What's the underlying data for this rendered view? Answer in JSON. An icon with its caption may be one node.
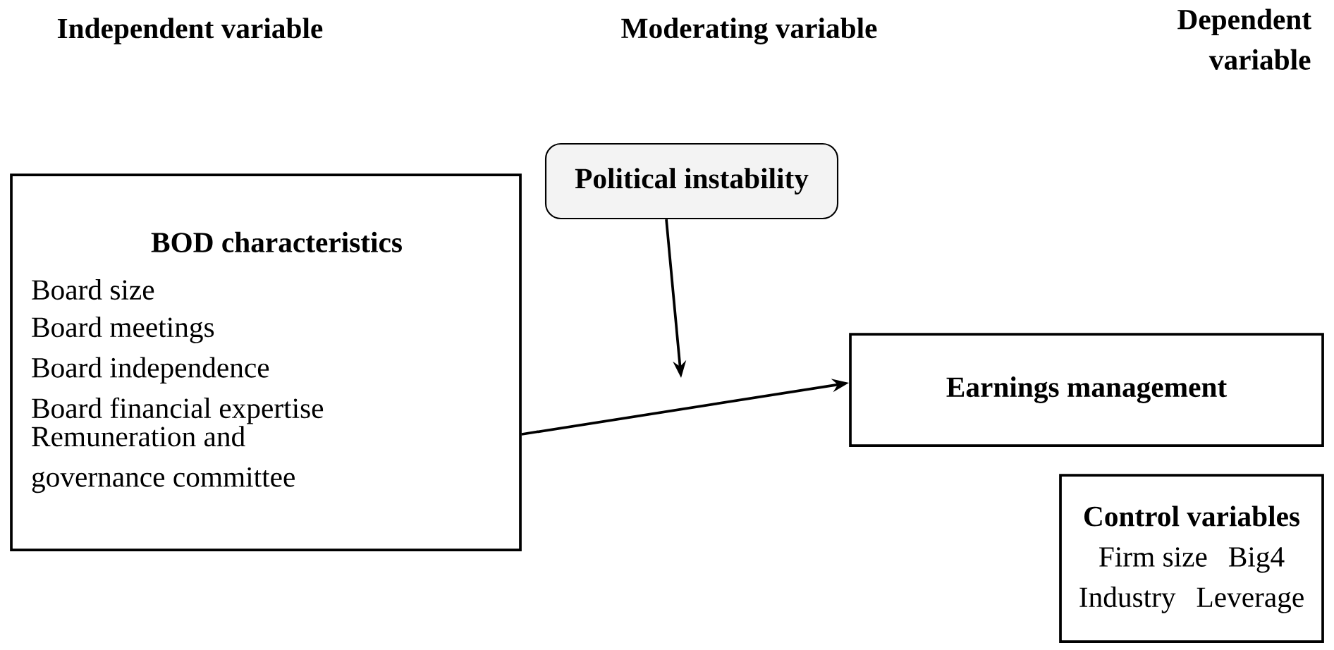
{
  "diagram": {
    "nodes": [
      {
        "text": [
          "BOD characteristics",
          "Board size",
          "Board meetings",
          "Board independence",
          "Board financial expertise",
          "Remuneration and governance committee"
        ]
      },
      {
        "text": [
          "Political instability"
        ]
      },
      {
        "text": [
          "Earnings management"
        ]
      },
      {
        "text": [
          "Control variables",
          "Firm size",
          "Big4",
          "Industry",
          "Leverage"
        ]
      }
    ],
    "edges": [
      {
        "from": 0,
        "to": 2,
        "arrow": "to"
      },
      {
        "from": 1,
        "to": null,
        "arrow": "to"
      }
    ],
    "labels": [
      "Independent variable",
      "Moderating variable",
      "Dependent variable"
    ]
  }
}
